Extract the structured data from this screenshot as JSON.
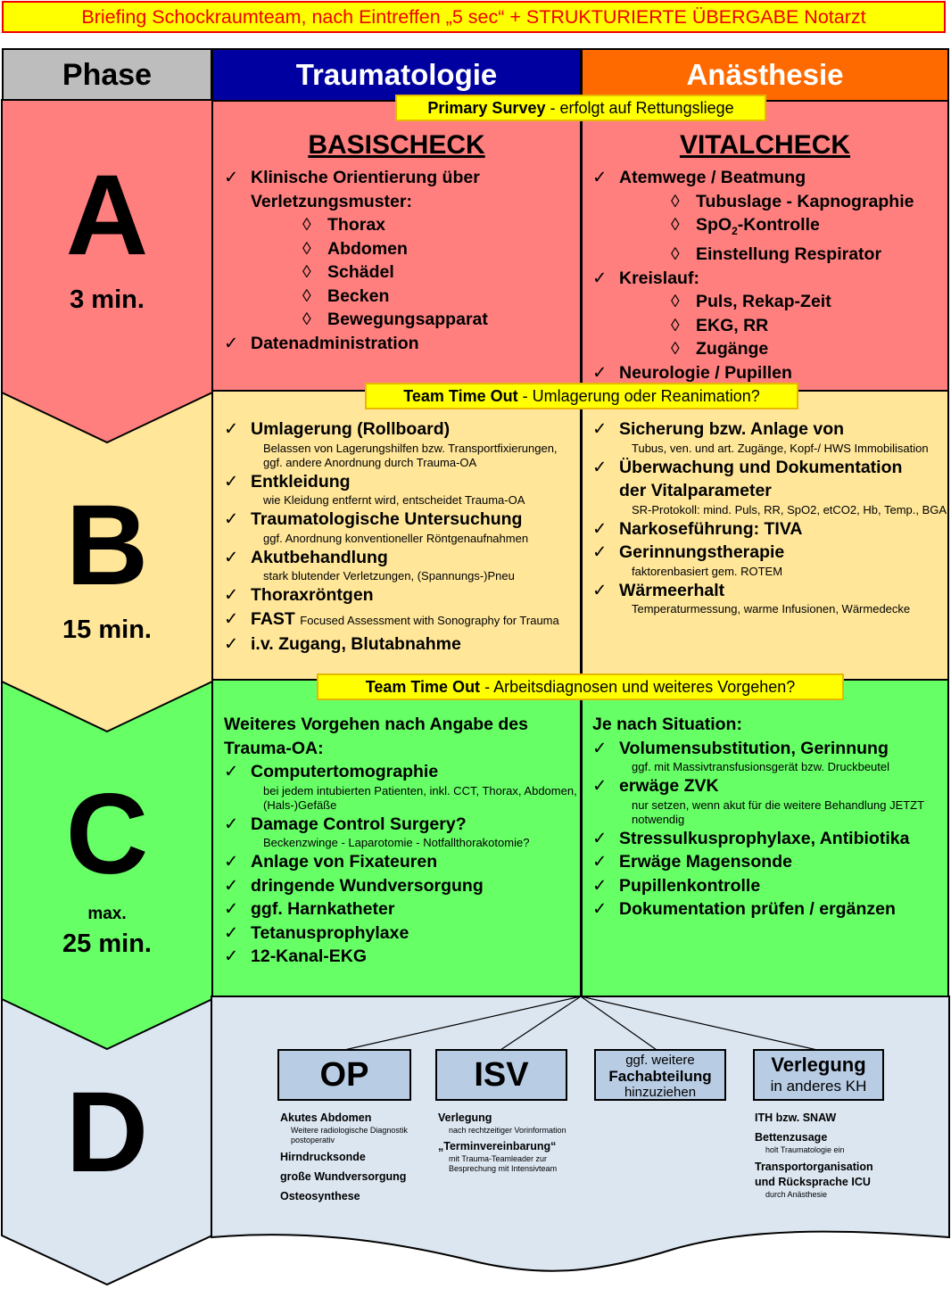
{
  "banner": "Briefing Schockraumteam, nach Eintreffen „5 sec“ + STRUKTURIERTE ÜBERGABE Notarzt",
  "headers": {
    "phase": "Phase",
    "trauma": "Traumatologie",
    "anaes": "Anästhesie"
  },
  "colors": {
    "a": "#ff7f7f",
    "b": "#ffe699",
    "c": "#66ff66",
    "d": "#dce6f1",
    "trauma_header": "#0000a0",
    "anaes_header": "#ff6a00",
    "callout": "#ffff00"
  },
  "phases": {
    "a": {
      "letter": "A",
      "time": "3 min."
    },
    "b": {
      "letter": "B",
      "time": "15 min."
    },
    "c": {
      "letter": "C",
      "pre": "max.",
      "time": "25 min."
    },
    "d": {
      "letter": "D"
    }
  },
  "callouts": {
    "a": {
      "bold": "Primary Survey",
      "rest": " - erfolgt auf Rettungsliege"
    },
    "b": {
      "bold": "Team Time Out",
      "rest": " - Umlagerung oder Reanimation?"
    },
    "c": {
      "bold": "Team Time Out",
      "rest": " - Arbeitsdiagnosen und weiteres Vorgehen?"
    }
  },
  "check_glyph": "✓",
  "diamond_glyph": "◊",
  "a_trauma": {
    "title": "BASISCHECK",
    "item1": [
      "Klinische Orientierung über",
      "Verletzungsmuster:"
    ],
    "subs": [
      "Thorax",
      "Abdomen",
      "Schädel",
      "Becken",
      "Bewegungsapparat"
    ],
    "item2": "Datenadministration"
  },
  "a_anaes": {
    "title": "VITALCHECK",
    "item1": "Atemwege / Beatmung",
    "subs1": [
      "Tubuslage - Kapnographie",
      "SpO",
      "2",
      "-Kontrolle",
      "Einstellung Respirator"
    ],
    "item2": "Kreislauf:",
    "subs2": [
      "Puls, Rekap-Zeit",
      "EKG, RR",
      "Zugänge"
    ],
    "item3": "Neurologie / Pupillen"
  },
  "b_trauma": [
    {
      "t": "Umlagerung (Rollboard)",
      "s": [
        "Belassen von Lagerungshilfen bzw. Transportfixierungen,",
        "ggf. andere Anordnung durch Trauma-OA"
      ]
    },
    {
      "t": "Entkleidung",
      "s": [
        "wie Kleidung entfernt wird, entscheidet Trauma-OA"
      ]
    },
    {
      "t": "Traumatologische Untersuchung",
      "s": [
        "ggf. Anordnung konventioneller Röntgenaufnahmen"
      ]
    },
    {
      "t": "Akutbehandlung",
      "s": [
        "stark blutender Verletzungen, (Spannungs-)Pneu"
      ]
    },
    {
      "t": "Thoraxröntgen"
    },
    {
      "t": "FAST",
      "inline": "Focused Assessment with Sonography for Trauma"
    },
    {
      "t": "i.v. Zugang, Blutabnahme"
    }
  ],
  "b_anaes": [
    {
      "t": "Sicherung bzw. Anlage von",
      "s": [
        "Tubus, ven. und art. Zugänge, Kopf-/ HWS Immobilisation"
      ]
    },
    {
      "t": "Überwachung und Dokumentation",
      "t2": "der Vitalparameter",
      "s": [
        "SR-Protokoll: mind. Puls, RR, SpO2, etCO2, Hb, Temp., BGA"
      ]
    },
    {
      "t": "Narkoseführung: TIVA"
    },
    {
      "t": "Gerinnungstherapie",
      "s": [
        "faktorenbasiert gem. ROTEM"
      ]
    },
    {
      "t": "Wärmeerhalt",
      "s": [
        "Temperaturmessung, warme Infusionen, Wärmedecke"
      ]
    }
  ],
  "c_trauma": {
    "intro": [
      "Weiteres Vorgehen nach Angabe des",
      "Trauma-OA:"
    ],
    "items": [
      {
        "t": "Computertomographie",
        "s": [
          "bei jedem intubierten Patienten, inkl. CCT, Thorax, Abdomen,",
          "(Hals-)Gefäße"
        ]
      },
      {
        "t": "Damage Control Surgery?",
        "s": [
          "Beckenzwinge - Laparotomie - Notfallthorakotomie?"
        ]
      },
      {
        "t": "Anlage von Fixateuren"
      },
      {
        "t": "dringende Wundversorgung"
      },
      {
        "t": "ggf. Harnkatheter"
      },
      {
        "t": "Tetanusprophylaxe"
      },
      {
        "t": "12-Kanal-EKG"
      }
    ]
  },
  "c_anaes": {
    "intro": "Je nach Situation:",
    "items": [
      {
        "t": "Volumensubstitution, Gerinnung",
        "s": [
          "ggf. mit Massivtransfusionsgerät bzw. Druckbeutel"
        ]
      },
      {
        "t": "erwäge ZVK",
        "s": [
          "nur setzen, wenn akut für die weitere Behandlung JETZT",
          "notwendig"
        ]
      },
      {
        "t": "Stressulkusprophylaxe, Antibiotika"
      },
      {
        "t": "Erwäge Magensonde"
      },
      {
        "t": "Pupillenkontrolle"
      },
      {
        "t": "Dokumentation prüfen / ergänzen"
      }
    ]
  },
  "d": {
    "boxes": {
      "op": "OP",
      "isv": "ISV",
      "fach": [
        "ggf. weitere",
        "Fachabteilung",
        "hinzuziehen"
      ],
      "verl": [
        "Verlegung",
        "in anderes KH"
      ]
    },
    "op_list": [
      {
        "t": "Akutes Abdomen",
        "s": [
          "Weitere radiologische Diagnostik",
          "postoperativ"
        ]
      },
      {
        "t": "Hirndrucksonde"
      },
      {
        "t": "große Wundversorgung"
      },
      {
        "t": "Osteosynthese"
      }
    ],
    "isv_list": [
      {
        "t": "Verlegung",
        "s": [
          "nach rechtzeitiger Vorinformation"
        ]
      },
      {
        "t": "„Terminvereinbarung“",
        "s": [
          "mit Trauma-Teamleader zur",
          "Besprechung mit Intensivteam"
        ]
      }
    ],
    "verl_list": [
      {
        "t": "ITH bzw. SNAW"
      },
      {
        "t": "Bettenzusage",
        "s": [
          "holt Traumatologie ein"
        ]
      },
      {
        "t": "Transportorganisation",
        "t2": "und Rücksprache ICU",
        "s": [
          "durch Anästhesie"
        ]
      }
    ]
  }
}
